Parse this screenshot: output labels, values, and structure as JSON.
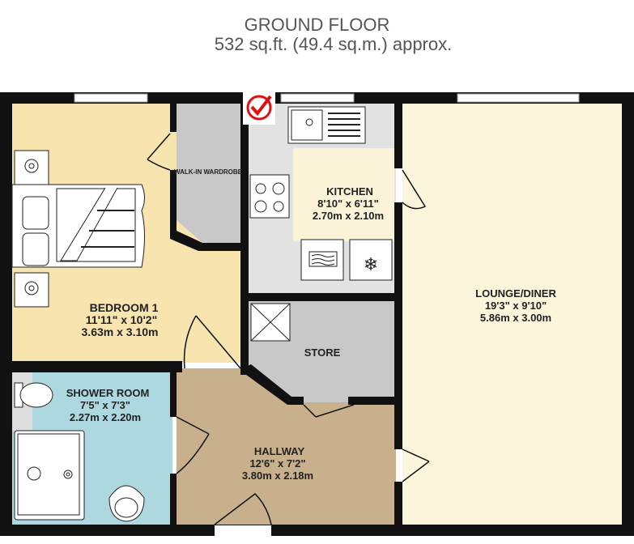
{
  "header": {
    "title": "GROUND FLOOR",
    "area": "532 sq.ft. (49.4 sq.m.) approx."
  },
  "rooms": {
    "bedroom": {
      "name": "BEDROOM 1",
      "imperial": "11'11\"  x 10'2\"",
      "metric": "3.63m  x 3.10m"
    },
    "wardrobe": {
      "name": "WALK-IN WARDROBE"
    },
    "kitchen": {
      "name": "KITCHEN",
      "imperial": "8'10\"  x 6'11\"",
      "metric": "2.70m  x 2.10m"
    },
    "store": {
      "name": "STORE"
    },
    "lounge": {
      "name": "LOUNGE/DINER",
      "imperial": "19'3\"  x 9'10\"",
      "metric": "5.86m  x 3.00m"
    },
    "shower": {
      "name": "SHOWER ROOM",
      "imperial": "7'5\"  x 7'3\"",
      "metric": "2.27m  x 2.20m"
    },
    "hallway": {
      "name": "HALLWAY",
      "imperial": "12'6\"  x 7'2\"",
      "metric": "3.80m  x 2.18m"
    }
  },
  "colors": {
    "bedroom": "#f8e4ae",
    "kitchen": "#e2e2e2",
    "kitchen_worktop": "#fbf3d8",
    "store": "#c8c8c8",
    "lounge": "#fbf5dc",
    "shower": "#add8e0",
    "hallway": "#c8b08c",
    "wall": "#111111",
    "check": "#e01010"
  },
  "icons": [
    "checkmark-icon",
    "sink-icon",
    "hob-icon",
    "washing-machine-icon",
    "fridge-freezer-icon",
    "bed-icon",
    "toilet-icon",
    "shower-tray-icon",
    "basin-icon",
    "boiler-cupboard-icon"
  ]
}
